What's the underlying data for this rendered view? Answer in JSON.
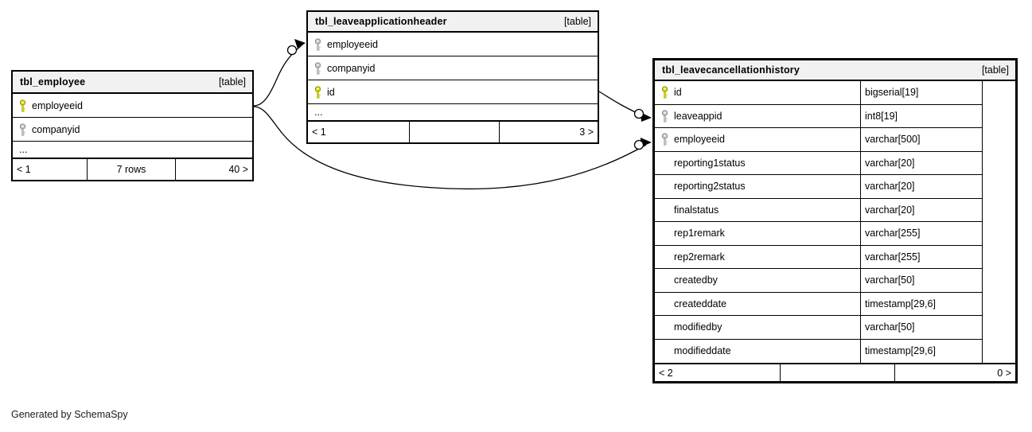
{
  "note": "Generated by SchemaSpy",
  "colors": {
    "header_bg": "#f1f1f1",
    "border": "#000000",
    "primary_key": "#d4d400",
    "foreign_key": "#c0c0c0"
  },
  "tables": [
    {
      "title": "tbl_employee",
      "badge": "[table]",
      "columns": [
        {
          "name": "employeeid",
          "key": "primary"
        },
        {
          "name": "companyid",
          "key": "foreign"
        }
      ],
      "ellipsis": "...",
      "footer": {
        "left": "< 1",
        "center": "7 rows",
        "right": "40 >"
      }
    },
    {
      "title": "tbl_leaveapplicationheader",
      "badge": "[table]",
      "columns": [
        {
          "name": "employeeid",
          "key": "foreign"
        },
        {
          "name": "companyid",
          "key": "foreign"
        },
        {
          "name": "id",
          "key": "primary"
        }
      ],
      "ellipsis": "...",
      "footer": {
        "left": "< 1",
        "center": "",
        "right": "3 >"
      }
    },
    {
      "title": "tbl_leavecancellationhistory",
      "badge": "[table]",
      "columns": [
        {
          "name": "id",
          "type": "bigserial[19]",
          "key": "primary"
        },
        {
          "name": "leaveappid",
          "type": "int8[19]",
          "key": "foreign"
        },
        {
          "name": "employeeid",
          "type": "varchar[500]",
          "key": "foreign"
        },
        {
          "name": "reporting1status",
          "type": "varchar[20]"
        },
        {
          "name": "reporting2status",
          "type": "varchar[20]"
        },
        {
          "name": "finalstatus",
          "type": "varchar[20]"
        },
        {
          "name": "rep1remark",
          "type": "varchar[255]"
        },
        {
          "name": "rep2remark",
          "type": "varchar[255]"
        },
        {
          "name": "createdby",
          "type": "varchar[50]"
        },
        {
          "name": "createddate",
          "type": "timestamp[29,6]"
        },
        {
          "name": "modifiedby",
          "type": "varchar[50]"
        },
        {
          "name": "modifieddate",
          "type": "timestamp[29,6]"
        }
      ],
      "footer": {
        "left": "< 2",
        "center": "",
        "right": "0 >"
      }
    }
  ],
  "relationships": [
    {
      "from": "tbl_employee.employeeid",
      "to": "tbl_leaveapplicationheader.employeeid"
    },
    {
      "from": "tbl_leaveapplicationheader.id",
      "to": "tbl_leavecancellationhistory.leaveappid"
    },
    {
      "from": "tbl_employee.employeeid",
      "to": "tbl_leavecancellationhistory.employeeid"
    }
  ]
}
